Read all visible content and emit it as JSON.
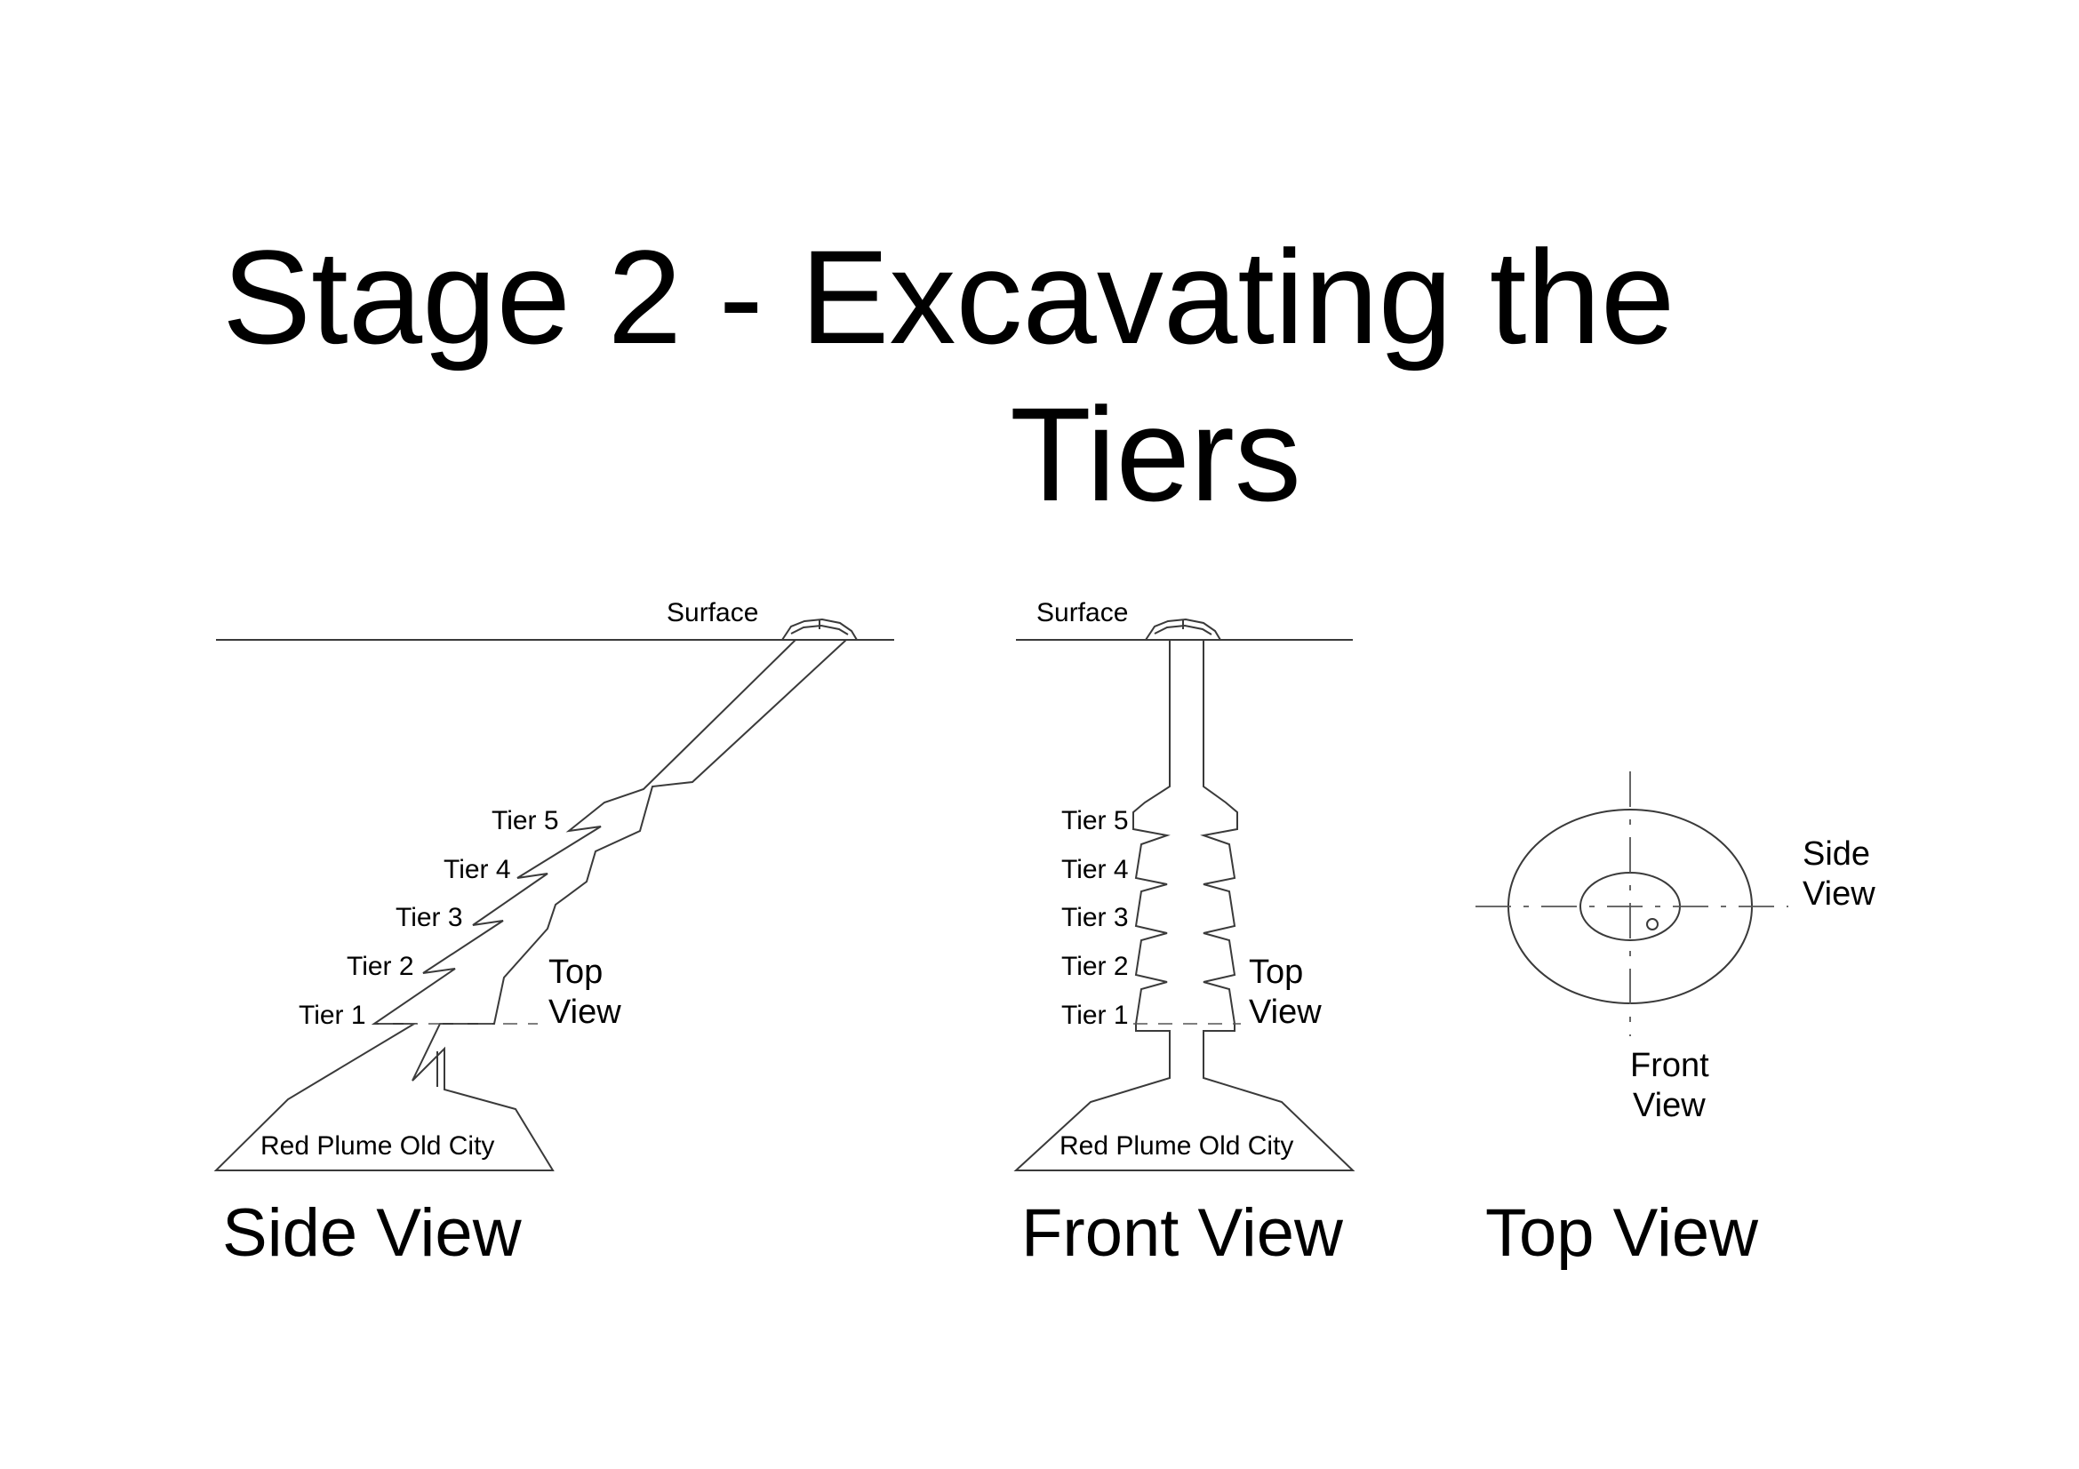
{
  "title_lines": [
    "Stage 2 - Excavating the",
    "Tiers"
  ],
  "side_view": {
    "surface_label": "Surface",
    "tier_labels": [
      "Tier 5",
      "Tier 4",
      "Tier 3",
      "Tier 2",
      "Tier 1"
    ],
    "top_view_marker": [
      "Top",
      "View"
    ],
    "city_label": "Red Plume Old City",
    "caption": "Side View"
  },
  "front_view": {
    "surface_label": "Surface",
    "tier_labels": [
      "Tier 5",
      "Tier 4",
      "Tier 3",
      "Tier 2",
      "Tier 1"
    ],
    "top_view_marker": [
      "Top",
      "View"
    ],
    "city_label": "Red Plume Old City",
    "caption": "Front View"
  },
  "top_view": {
    "side_view_marker": [
      "Side",
      "View"
    ],
    "front_view_marker": [
      "Front",
      "View"
    ],
    "caption": "Top View"
  },
  "colors": {
    "line": "#3a3a3a",
    "text": "#000000",
    "background": "#ffffff"
  }
}
